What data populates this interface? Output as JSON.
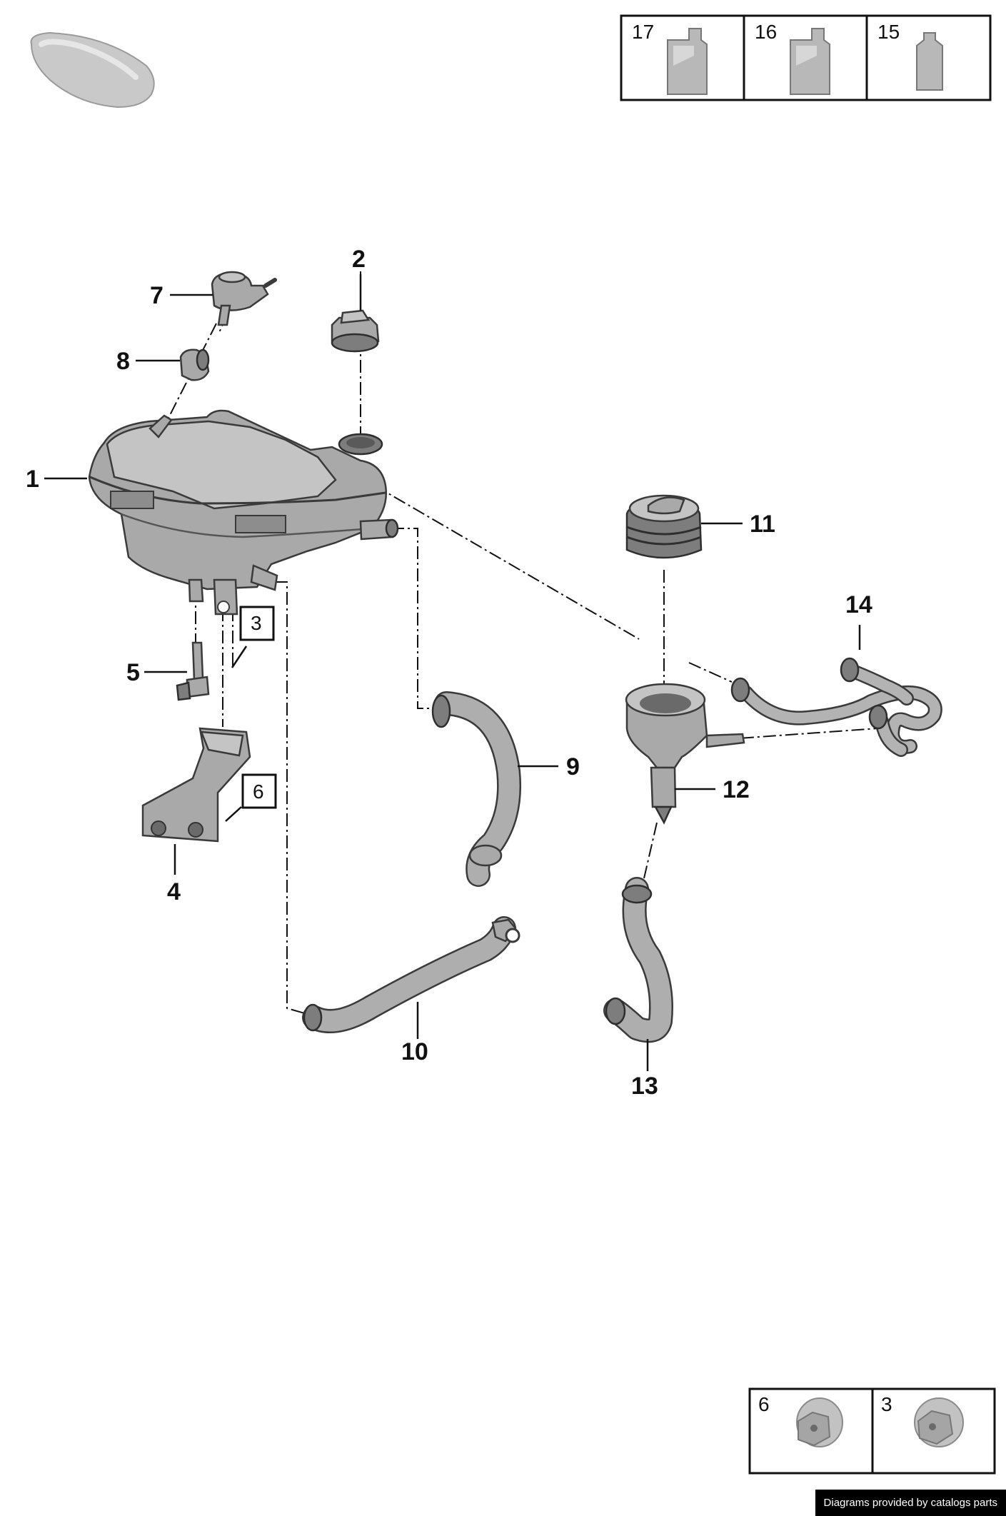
{
  "callouts": {
    "c1": "1",
    "c2": "2",
    "c3": "3",
    "c4": "4",
    "c5": "5",
    "c6": "6",
    "c7": "7",
    "c8": "8",
    "c9": "9",
    "c10": "10",
    "c11": "11",
    "c12": "12",
    "c13": "13",
    "c14": "14"
  },
  "fluid_table": {
    "cell_a": "17",
    "cell_b": "16",
    "cell_c": "15"
  },
  "fastener_table": {
    "cell_a": "6",
    "cell_b": "3"
  },
  "ref_boxes": {
    "box_a": "3",
    "box_b": "6"
  },
  "footer": {
    "credit": "Diagrams provided by catalogs parts"
  }
}
